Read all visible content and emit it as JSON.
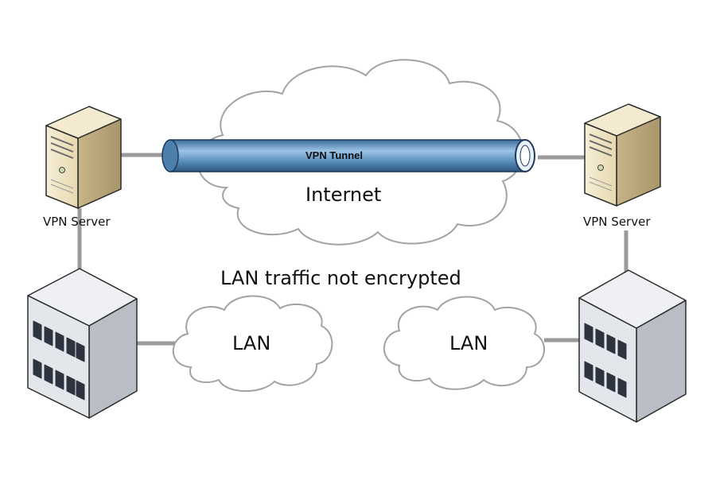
{
  "labels": {
    "tunnel": "VPN Tunnel",
    "internet": "Internet",
    "server_left": "VPN Server",
    "server_right": "VPN Server",
    "lan_note": "LAN traffic not encrypted",
    "lan_left": "LAN",
    "lan_right": "LAN"
  },
  "colors": {
    "link": "#9a9a9a",
    "cloud_stroke": "#9fa3a8",
    "tunnel_fill": "#6a9ec9",
    "tunnel_stroke": "#1f3a5a",
    "server_face": "#efe4c6",
    "building_face": "#dfe2e7"
  }
}
